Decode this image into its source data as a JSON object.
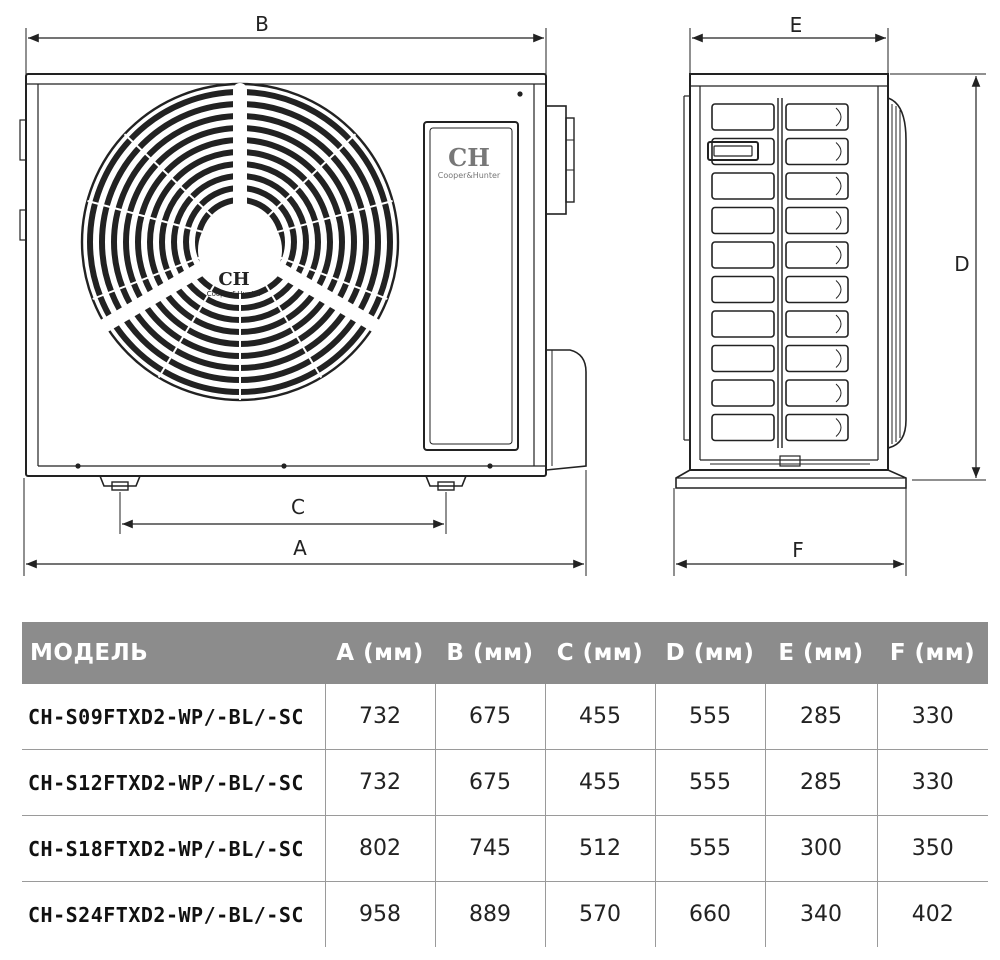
{
  "colors": {
    "line": "#222222",
    "table_header_bg": "#8c8c8c",
    "table_header_text": "#ffffff",
    "row_divider": "#9a9a9a"
  },
  "logo": {
    "mark": "CH",
    "brand": "Cooper&Hunter"
  },
  "dimensions": {
    "a": "A",
    "b": "B",
    "c": "C",
    "d": "D",
    "e": "E",
    "f": "F"
  },
  "table": {
    "headers": [
      "МОДЕЛЬ",
      "A (мм)",
      "B (мм)",
      "C (мм)",
      "D (мм)",
      "E (мм)",
      "F (мм)"
    ],
    "rows": [
      [
        "CH-S09FTXD2-WP/-BL/-SC",
        "732",
        "675",
        "455",
        "555",
        "285",
        "330"
      ],
      [
        "CH-S12FTXD2-WP/-BL/-SC",
        "732",
        "675",
        "455",
        "555",
        "285",
        "330"
      ],
      [
        "CH-S18FTXD2-WP/-BL/-SC",
        "802",
        "745",
        "512",
        "555",
        "300",
        "350"
      ],
      [
        "CH-S24FTXD2-WP/-BL/-SC",
        "958",
        "889",
        "570",
        "660",
        "340",
        "402"
      ]
    ]
  }
}
